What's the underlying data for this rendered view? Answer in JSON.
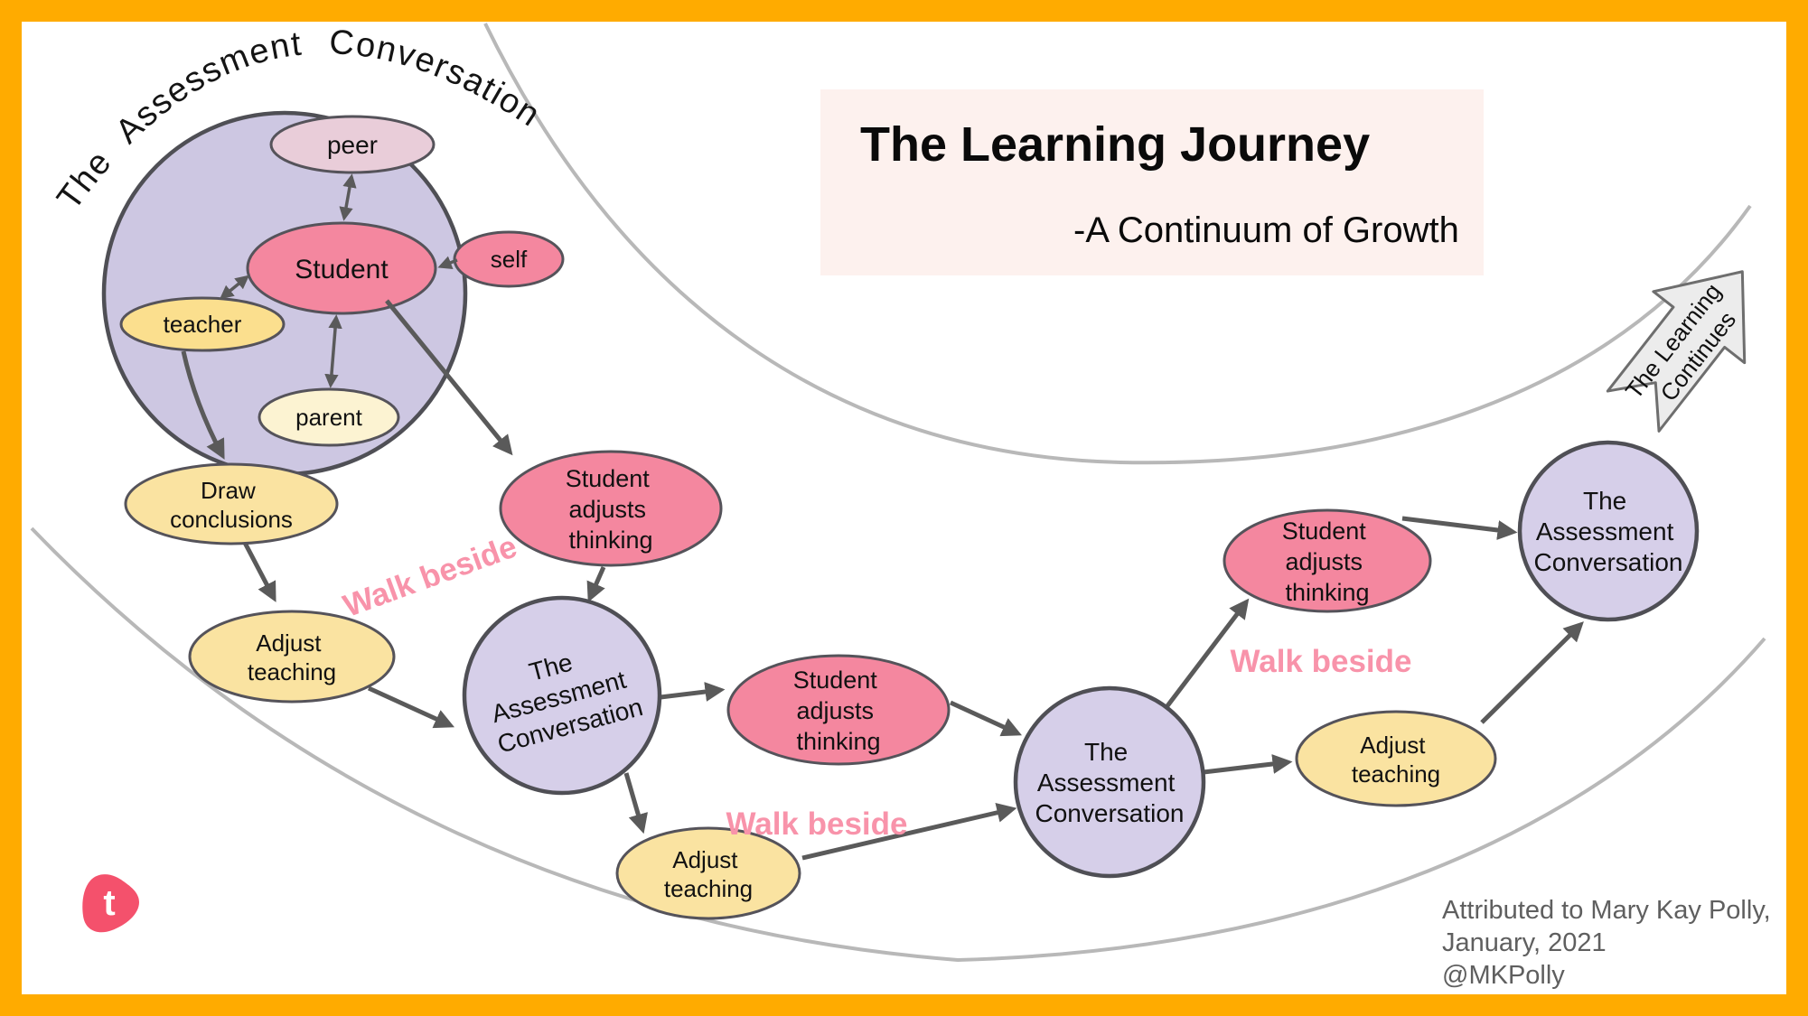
{
  "colors": {
    "frame": "#FFAB00",
    "bubble_fill": "#cdc7e2",
    "circle_fill": "#d6cfe9",
    "pink_fill": "#f4879f",
    "peer_fill": "#e9cdd9",
    "yellow_fill": "#fae3a1",
    "teacher_fill": "#fbdf8e",
    "parent_fill": "#fcf3d2",
    "walk_beside_text": "#f893aa",
    "arrow": "#5a5a5a",
    "swoosh": "#b8b8b8",
    "title_bg": "#fdf1ee",
    "continues_arrow_fill": "#ececec",
    "logo": "#f4516c"
  },
  "title_block": {
    "title": "The Learning Journey",
    "subtitle": "-A Continuum of Growth"
  },
  "assessment_bubble": {
    "curved_label": "The Assessment Conversation",
    "peer": "peer",
    "student": "Student",
    "self": "self",
    "teacher": "teacher",
    "parent": "parent"
  },
  "nodes": {
    "draw_conclusions": {
      "line1": "Draw",
      "line2": "conclusions"
    },
    "adjust_teaching": {
      "line1": "Adjust",
      "line2": "teaching"
    },
    "student_adjusts_thinking": {
      "line1": "Student",
      "line2": "adjusts",
      "line3": "thinking"
    },
    "assessment_conversation": {
      "line1": "The",
      "line2": "Assessment",
      "line3": "Conversation"
    },
    "walk_beside": "Walk beside"
  },
  "learning_continues": {
    "line1": "The Learning",
    "line2": "Continues"
  },
  "attribution": {
    "line1": "Attributed to Mary Kay Polly,",
    "line2": "January, 2021",
    "line3": "@MKPolly"
  },
  "logo": {
    "letter": "t"
  }
}
